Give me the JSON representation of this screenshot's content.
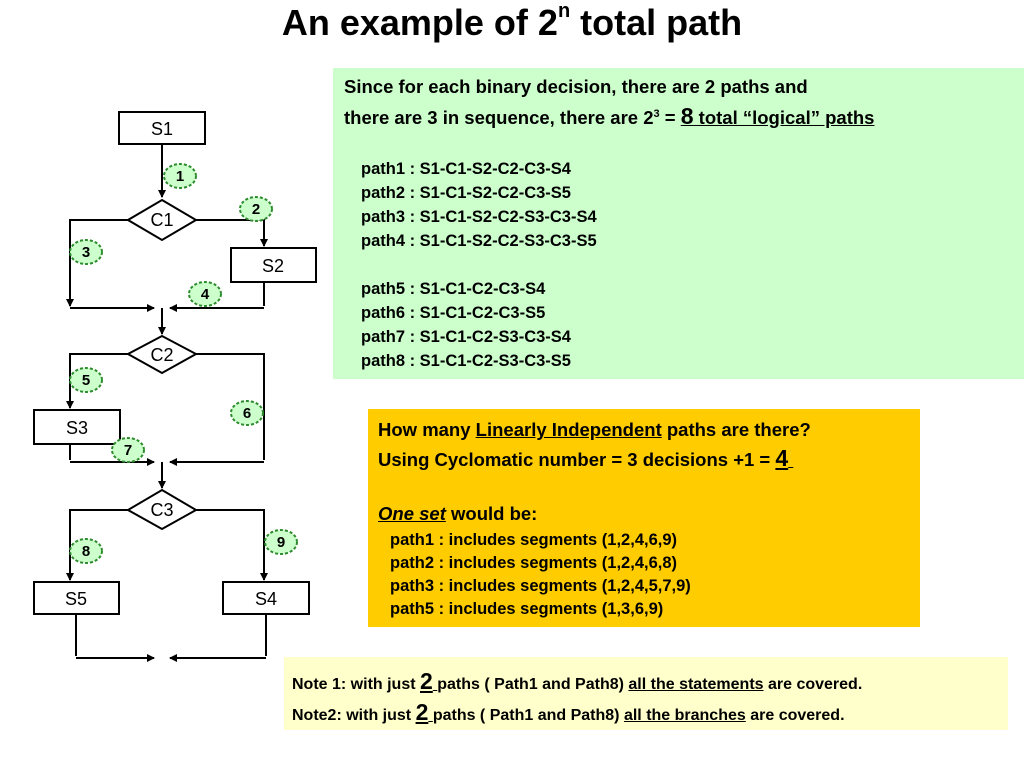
{
  "title": {
    "main": "An example of 2",
    "sup": "n",
    "tail": " total path"
  },
  "flowchart": {
    "nodes": {
      "s1": "S1",
      "c1": "C1",
      "s2": "S2",
      "c2": "C2",
      "s3": "S3",
      "c3": "C3",
      "s5": "S5",
      "s4": "S4"
    },
    "segments": [
      "1",
      "2",
      "3",
      "4",
      "5",
      "6",
      "7",
      "8",
      "9"
    ]
  },
  "green": {
    "line1": "Since for each binary decision, there are 2 paths and",
    "line2_pre": "there are 3 in sequence, there are 2",
    "line2_sup": "3",
    "line2_eq": " = ",
    "line2_num": "8",
    "line2_post": " total “logical” paths",
    "paths": [
      "path1 : S1-C1-S2-C2-C3-S4",
      "path2 : S1-C1-S2-C2-C3-S5",
      "path3 : S1-C1-S2-C2-S3-C3-S4",
      "path4 : S1-C1-S2-C2-S3-C3-S5",
      "path5 : S1-C1-C2-C3-S4",
      "path6 : S1-C1-C2-C3-S5",
      "path7 : S1-C1-C2-S3-C3-S4",
      "path8 : S1-C1-C2-S3-C3-S5"
    ]
  },
  "orange": {
    "q_pre": "How many ",
    "q_u": "Linearly Independent",
    "q_post": " paths are there?",
    "cyc_pre": "Using Cyclomatic number = 3 decisions +1 = ",
    "cyc_num": "4",
    "set_u": "One set",
    "set_post": " would be:",
    "paths": [
      "path1 : includes segments (1,2,4,6,9)",
      "path2 : includes segments (1,2,4,6,8)",
      "path3 : includes segments (1,2,4,5,7,9)",
      "path5 : includes segments (1,3,6,9)"
    ]
  },
  "notes": {
    "n1_pre": "Note 1: with just ",
    "n1_num": "2",
    "n1_mid": "paths ( Path1 and Path8) ",
    "n1_u": "all the statements",
    "n1_post": " are covered.",
    "n2_pre": "Note2: with just  ",
    "n2_num": "2",
    "n2_mid": "paths ( Path1 and Path8) ",
    "n2_u": "all the branches",
    "n2_post": " are covered."
  }
}
